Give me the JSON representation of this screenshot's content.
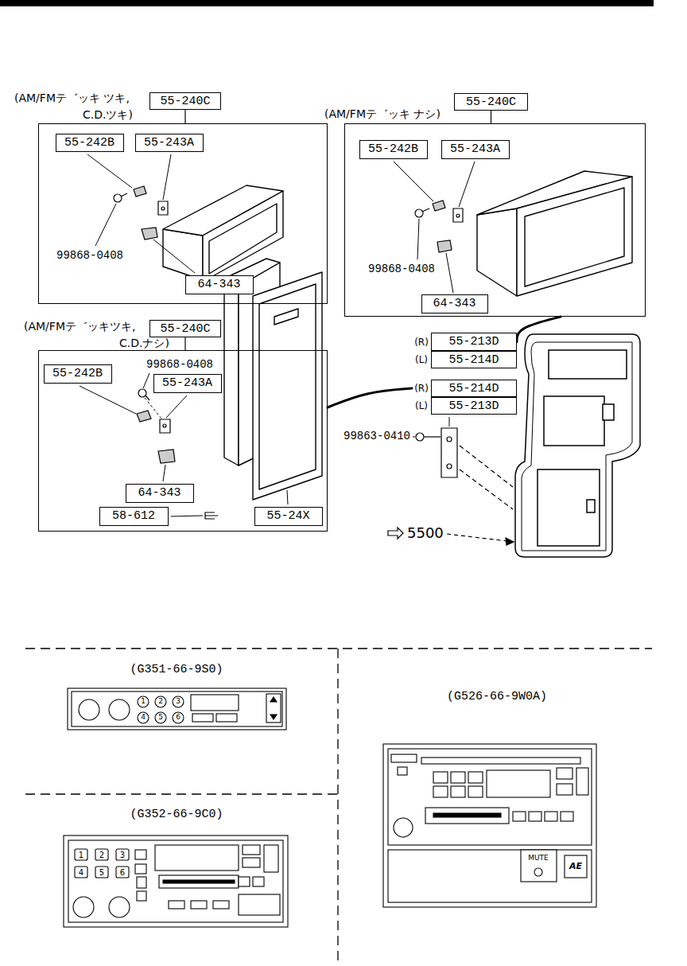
{
  "diagram": {
    "nodes": [
      {
        "text": [
          "55-240C"
        ]
      },
      {
        "text": [
          "99868-0408"
        ]
      },
      {
        "text": [
          "55-242B"
        ],
        "in": 1
      },
      {
        "text": [
          "55-243A"
        ],
        "in": 1
      },
      {
        "text": [
          "64-343"
        ],
        "in": 1
      },
      {
        "text": [
          "55-240C"
        ]
      },
      {
        "text": [
          "99868-0408"
        ]
      },
      {
        "text": [
          "55-242B"
        ],
        "in": 6
      },
      {
        "text": [
          "55-243A"
        ],
        "in": 6
      },
      {
        "text": [
          "64-343"
        ],
        "in": 6
      },
      {
        "text": [
          "55-240C"
        ]
      },
      {
        "text": [
          "99868-0408"
        ]
      },
      {
        "text": [
          "55-242B"
        ],
        "in": 11
      },
      {
        "text": [
          "55-243A"
        ],
        "in": 11
      },
      {
        "text": [
          "64-343"
        ],
        "in": 11
      },
      {
        "text": [
          "58-612"
        ],
        "in": 11
      },
      {
        "text": [
          "55-24X"
        ],
        "in": 11
      },
      {
        "text": [
          "(R)",
          "55-213D"
        ]
      },
      {
        "text": [
          "(L)",
          "55-214D"
        ]
      },
      {
        "text": [
          "(R)",
          "55-214D"
        ]
      },
      {
        "text": [
          "(L)",
          "55-213D"
        ]
      }
    ],
    "edges": [
      {
        "from": 0,
        "to": 1,
        "arrow": "none"
      },
      {
        "from": 5,
        "to": 6,
        "arrow": "none"
      },
      {
        "from": 10,
        "to": 11,
        "arrow": "none"
      },
      {
        "from": 17,
        "to": 6,
        "arrow": "none"
      },
      {
        "from": 19,
        "to": 11,
        "arrow": "none"
      }
    ],
    "labels": [
      "(AM/FMテ゛ッキ ツキ,",
      "C.D.ツキ)",
      "(AM/FMテ゛ッキ ナシ)",
      "(AM/FMテ゛ッキツキ,",
      "C.D.ナシ)",
      "99863-0410",
      "5500",
      "(G351-66-9S0)",
      "(G352-66-9C0)",
      "(G526-66-9W0A)",
      "1",
      "2",
      "3",
      "4",
      "5",
      "6",
      "1",
      "2",
      "3",
      "4",
      "5",
      "6",
      "MUTE",
      "AE"
    ]
  }
}
